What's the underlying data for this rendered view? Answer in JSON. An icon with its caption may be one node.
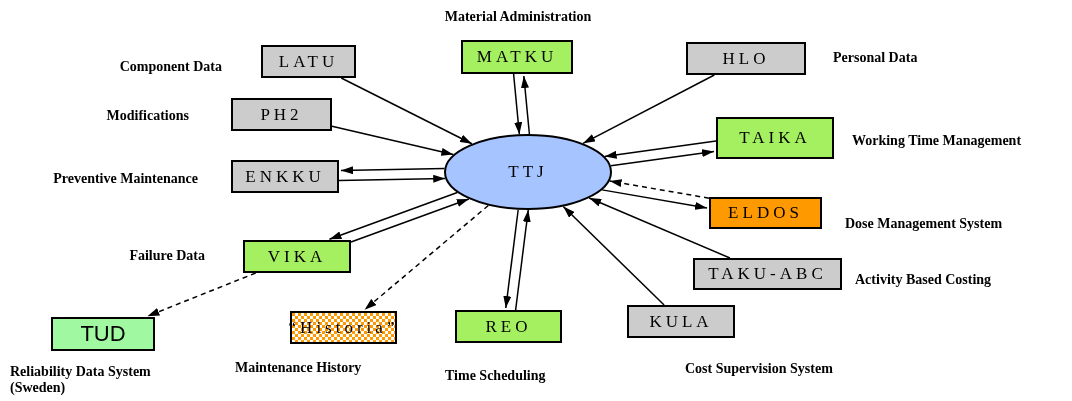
{
  "diagram": {
    "nodes": [
      {
        "text": [
          "MATKU"
        ],
        "beside": [
          "Material Administration"
        ]
      },
      {
        "text": [
          "LATU"
        ],
        "beside": [
          "Component Data"
        ]
      },
      {
        "text": [
          "HLO"
        ],
        "beside": [
          "Personal Data"
        ]
      },
      {
        "text": [
          "PH2"
        ],
        "beside": [
          "Modifications"
        ]
      },
      {
        "text": [
          "TTJ"
        ]
      },
      {
        "text": [
          "TAIKA"
        ],
        "beside": [
          "Working Time Management"
        ]
      },
      {
        "text": [
          "ENKKU"
        ],
        "beside": [
          "Preventive Maintenance"
        ]
      },
      {
        "text": [
          "ELDOS"
        ],
        "beside": [
          "Dose Management System"
        ]
      },
      {
        "text": [
          "VIKA"
        ],
        "beside": [
          "Failure Data"
        ]
      },
      {
        "text": [
          "TAKU-ABC"
        ],
        "beside": [
          "Activity Based Costing"
        ]
      },
      {
        "text": [
          "TUD"
        ],
        "beside": [
          "Reliability Data System (Sweden)"
        ]
      },
      {
        "text": [
          "“Historia”"
        ],
        "beside": [
          "Maintenance History"
        ]
      },
      {
        "text": [
          "REO"
        ],
        "beside": [
          "Time Scheduling"
        ]
      },
      {
        "text": [
          "KULA"
        ],
        "beside": [
          "Cost Supervision System"
        ]
      }
    ],
    "edges": [
      {
        "from": 1,
        "to": 4,
        "arrow": "to"
      },
      {
        "from": 3,
        "to": 4,
        "arrow": "to"
      },
      {
        "from": 0,
        "to": 4,
        "arrow": "to"
      },
      {
        "from": 4,
        "to": 0,
        "arrow": "to"
      },
      {
        "from": 2,
        "to": 4,
        "arrow": "to"
      },
      {
        "from": 4,
        "to": 5,
        "arrow": "to"
      },
      {
        "from": 5,
        "to": 4,
        "arrow": "to"
      },
      {
        "from": 4,
        "to": 6,
        "arrow": "to"
      },
      {
        "from": 6,
        "to": 4,
        "arrow": "to"
      },
      {
        "from": 7,
        "to": 4,
        "arrow": "to",
        "style": "dashed"
      },
      {
        "from": 4,
        "to": 7,
        "arrow": "to"
      },
      {
        "from": 9,
        "to": 4,
        "arrow": "to"
      },
      {
        "from": 13,
        "to": 4,
        "arrow": "to"
      },
      {
        "from": 4,
        "to": 12,
        "arrow": "to"
      },
      {
        "from": 12,
        "to": 4,
        "arrow": "to"
      },
      {
        "from": 4,
        "to": 8,
        "arrow": "to"
      },
      {
        "from": 8,
        "to": 4,
        "arrow": "to"
      },
      {
        "from": 4,
        "to": 11,
        "arrow": "to",
        "style": "dashed"
      },
      {
        "from": 8,
        "to": 10,
        "arrow": "to",
        "style": "dashed"
      }
    ]
  }
}
